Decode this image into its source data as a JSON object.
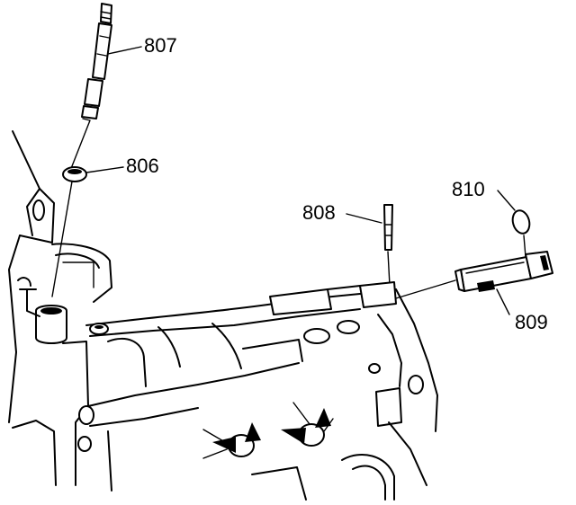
{
  "callouts": [
    {
      "id": "807",
      "label": "807"
    },
    {
      "id": "806",
      "label": "806"
    },
    {
      "id": "808",
      "label": "808"
    },
    {
      "id": "810",
      "label": "810"
    },
    {
      "id": "809",
      "label": "809"
    }
  ],
  "colors": {
    "ink": "#000000",
    "paper": "#ffffff"
  }
}
